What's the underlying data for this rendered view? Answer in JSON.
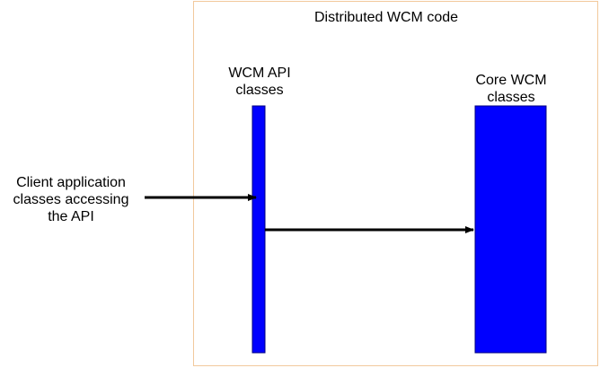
{
  "container": {
    "title": "Distributed WCM code"
  },
  "api_block": {
    "label_line1": "WCM API",
    "label_line2": "classes"
  },
  "core_block": {
    "label_line1": "Core WCM",
    "label_line2": "classes"
  },
  "client": {
    "label_line1": "Client application",
    "label_line2": "classes accessing",
    "label_line3": "the API"
  },
  "colors": {
    "block_fill": "#0000ff",
    "block_stroke": "#000080",
    "container_border": "#f2c99c",
    "arrow": "#000000"
  }
}
